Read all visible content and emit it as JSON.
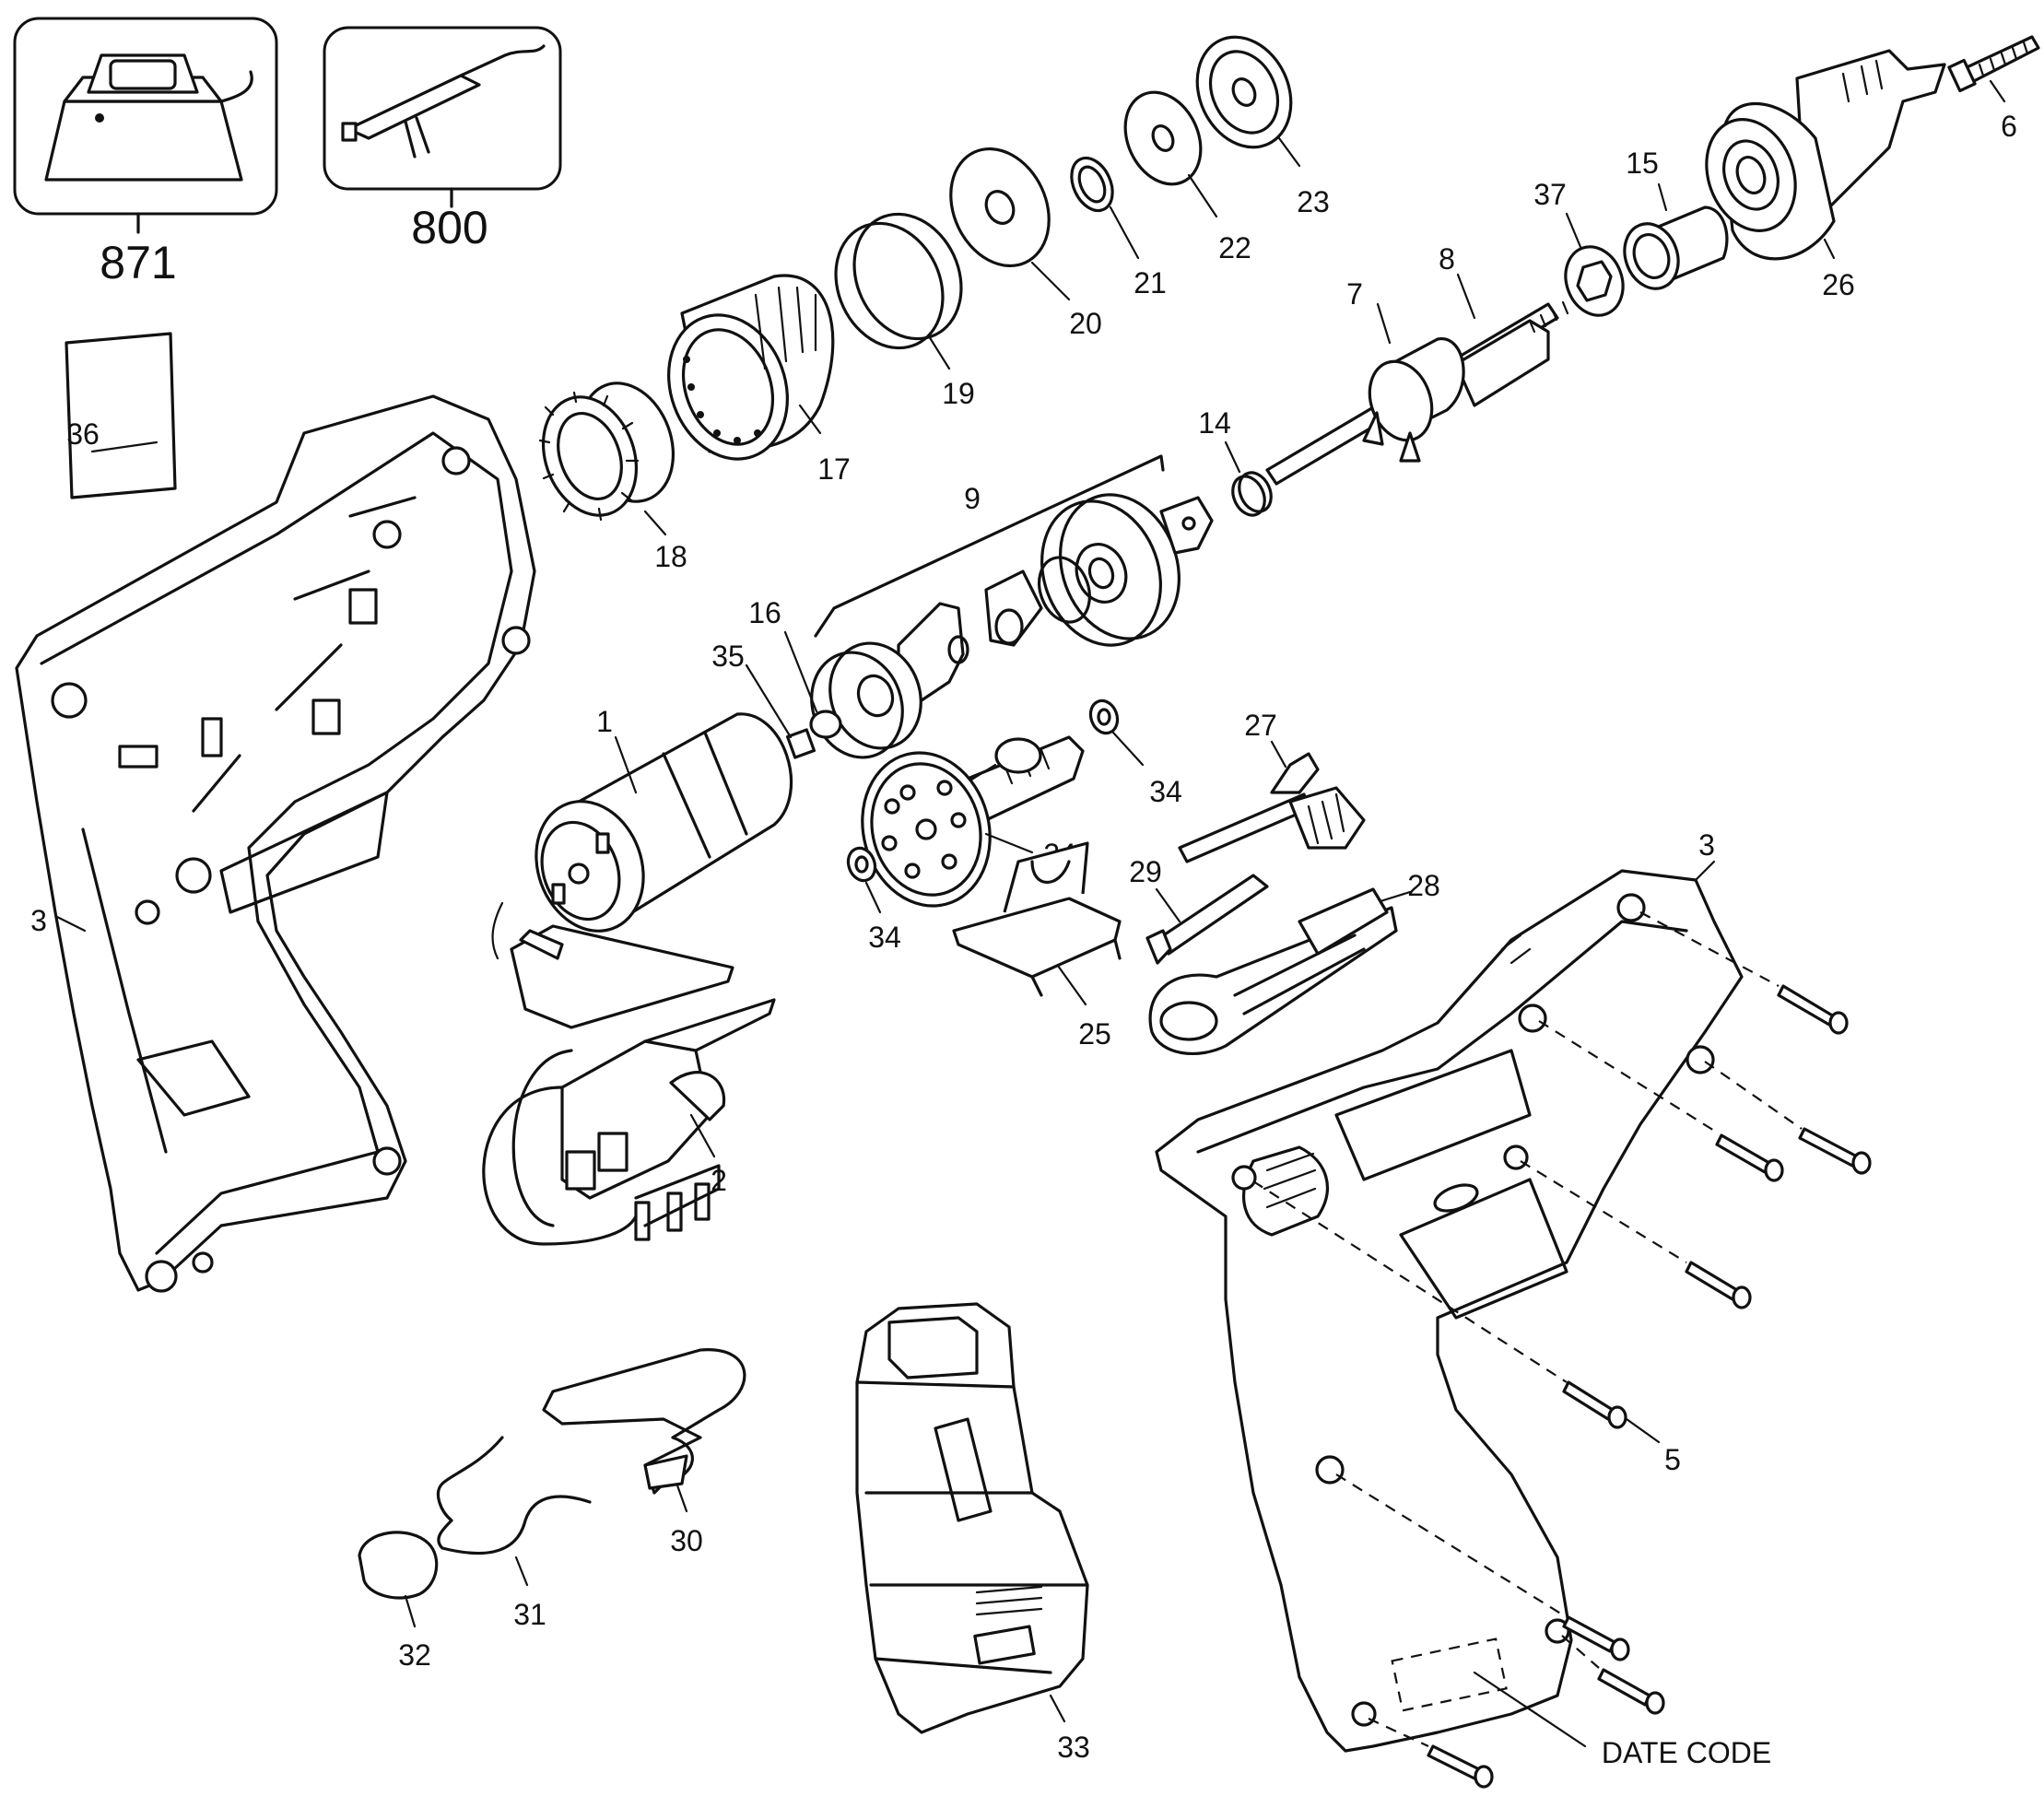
{
  "inset_labels": {
    "charger": "871",
    "cord": "800"
  },
  "callouts": {
    "p1": "1",
    "p2": "2",
    "p3_left": "3",
    "p3_right": "3",
    "p5": "5",
    "p6": "6",
    "p7": "7",
    "p8": "8",
    "p9": "9",
    "p14": "14",
    "p15": "15",
    "p16": "16",
    "p17": "17",
    "p18": "18",
    "p19": "19",
    "p20": "20",
    "p21": "21",
    "p22": "22",
    "p23": "23",
    "p24": "24",
    "p25": "25",
    "p26": "26",
    "p27": "27",
    "p28": "28",
    "p29": "29",
    "p30": "30",
    "p31": "31",
    "p32": "32",
    "p33": "33",
    "p34_top": "34",
    "p34_bottom": "34",
    "p35": "35",
    "p36": "36",
    "p37": "37"
  },
  "date_code": "DATE CODE"
}
